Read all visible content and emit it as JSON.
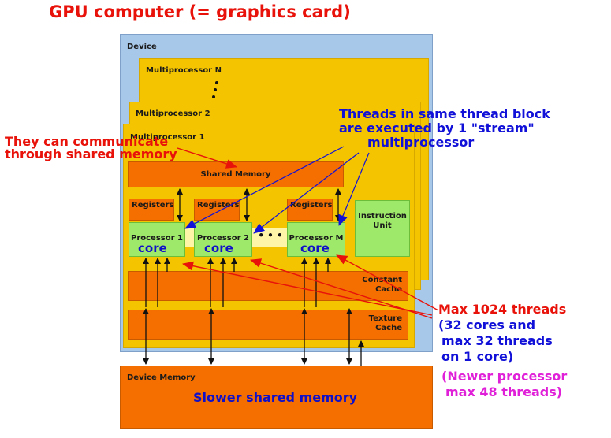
{
  "title": "GPU computer (= graphics card)",
  "device": {
    "label": "Device",
    "multiprocessors": {
      "n_label": "Multiprocessor N",
      "two_label": "Multiprocessor 2",
      "one_label": "Multiprocessor 1"
    },
    "shared_memory_label": "Shared Memory",
    "registers_label": "Registers",
    "processors": [
      {
        "label": "Processor 1",
        "core": "core"
      },
      {
        "label": "Processor 2",
        "core": "core"
      },
      {
        "label": "Processor M",
        "core": "core"
      }
    ],
    "ellipsis": "• • •",
    "instruction_unit": [
      "Instruction",
      "Unit"
    ],
    "constant_cache": [
      "Constant",
      "Cache"
    ],
    "texture_cache": [
      "Texture",
      "Cache"
    ]
  },
  "device_memory": {
    "label": "Device Memory",
    "caption": "Slower shared memory"
  },
  "annotations": {
    "thread_block": [
      "Threads in same thread block",
      "are executed by 1 \"stream\"",
      "multiprocessor"
    ],
    "communicate": [
      "They can communicate",
      "through shared memory"
    ],
    "threads_max": [
      "Max 1024 threads",
      "(32 cores and",
      "max 32 threads",
      "on 1 core)"
    ],
    "newer": [
      "(Newer processor",
      "max 48 threads)"
    ]
  },
  "colors": {
    "red": "#e8120a",
    "blue": "#1010d8",
    "magenta": "#e020d8",
    "device_blue": "#a8c8ea",
    "multiprocessor_yellow": "#f4c400",
    "memory_orange": "#f46f00",
    "processor_green": "#9ee86a"
  }
}
